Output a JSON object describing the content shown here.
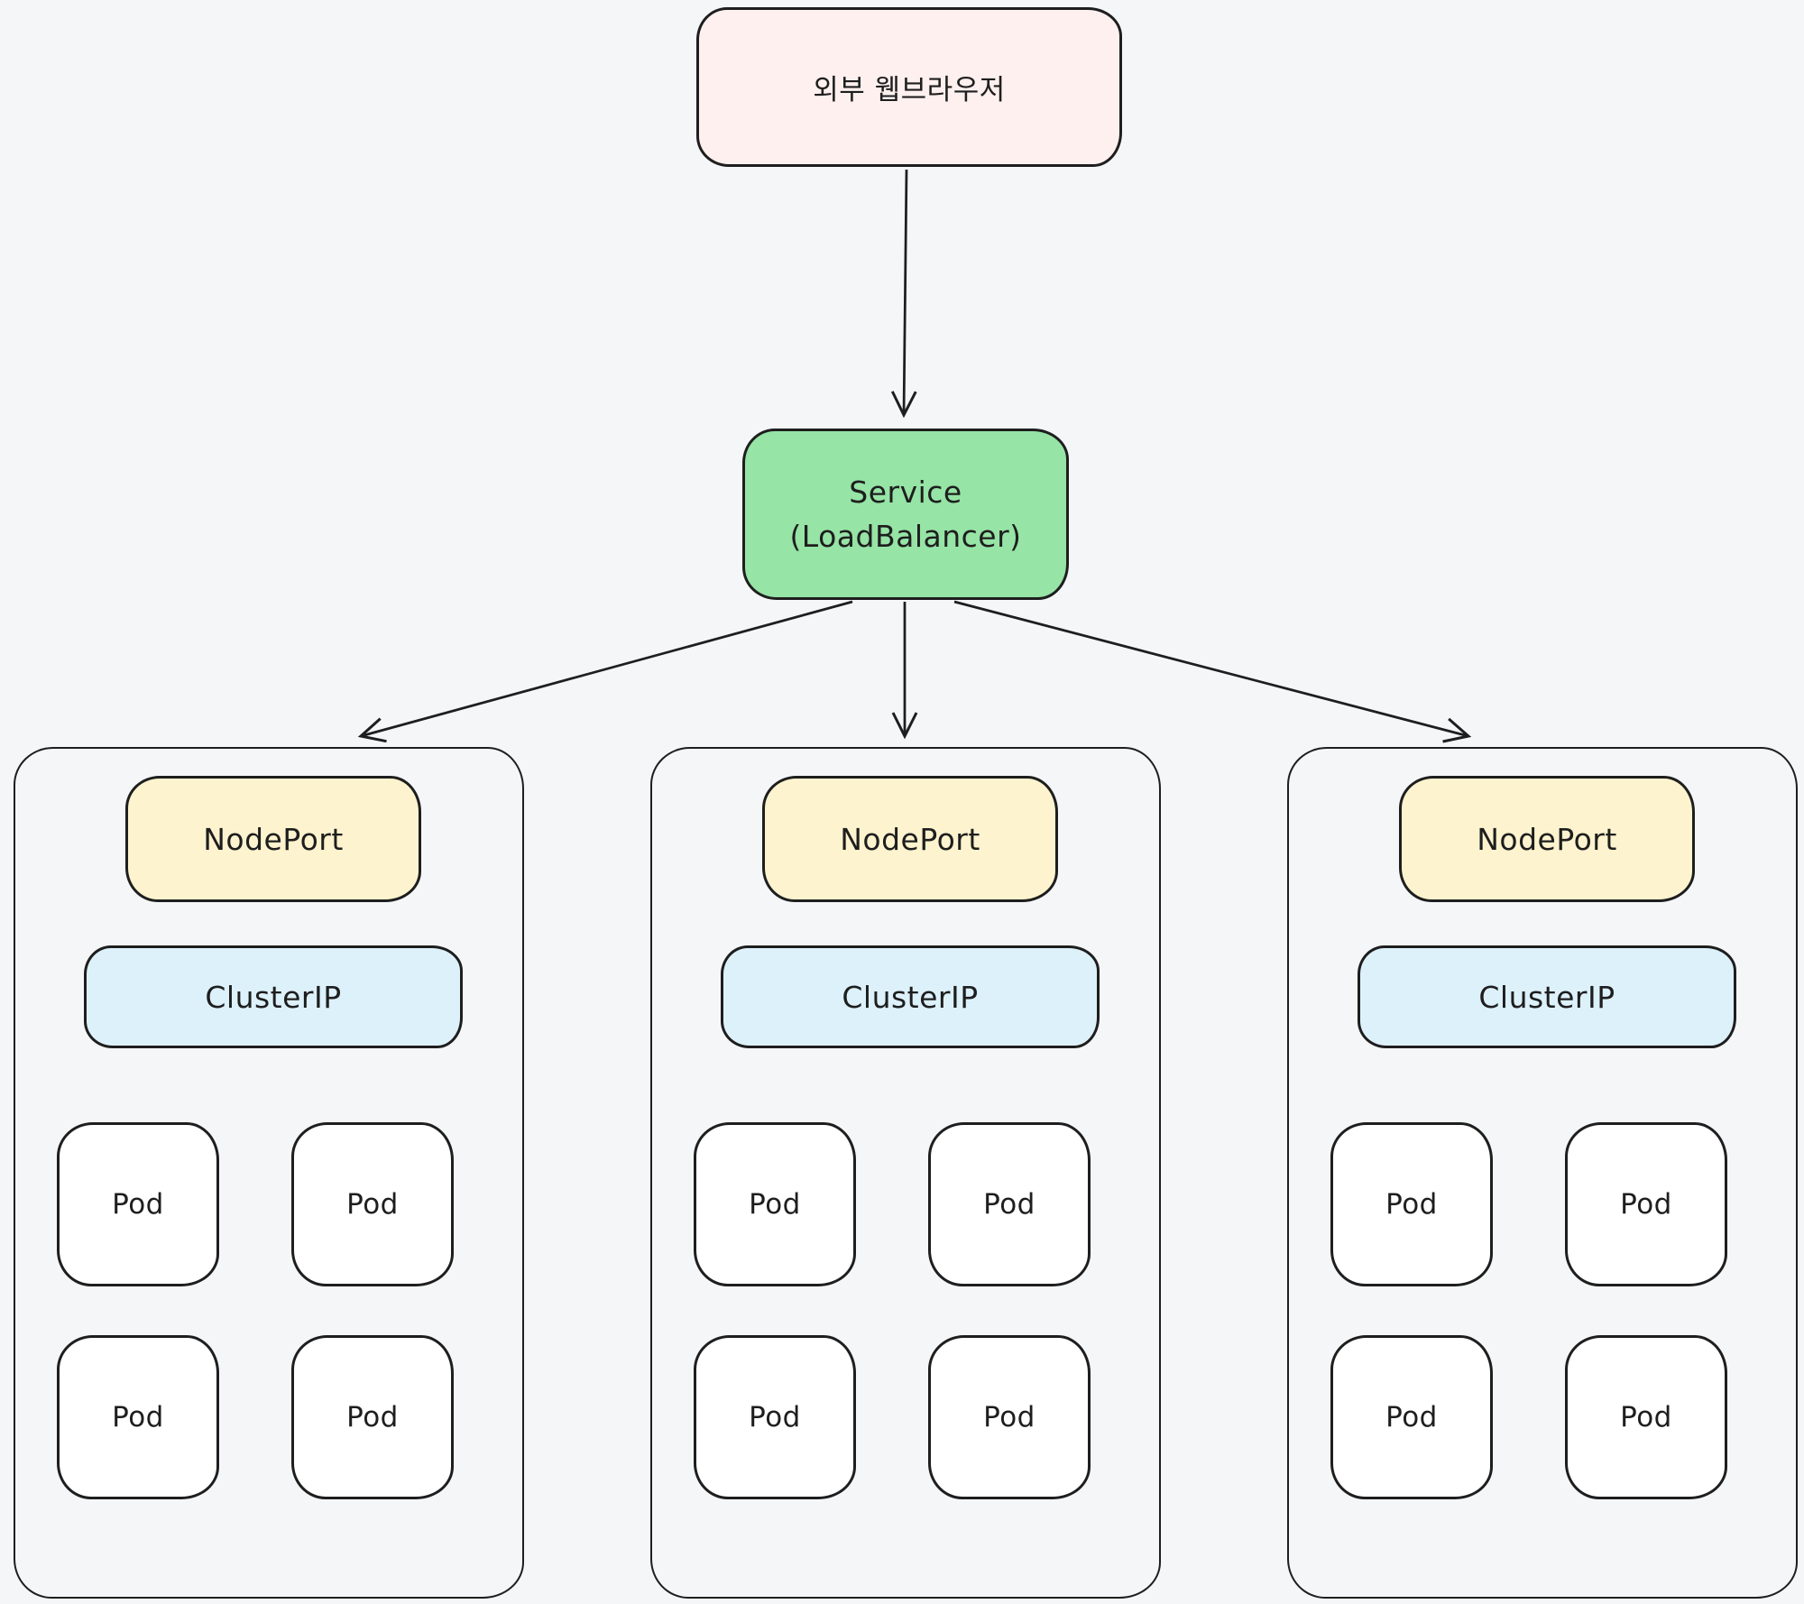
{
  "canvas": {
    "background": "#f4f6f8",
    "stroke": "#1e1e1e"
  },
  "browser": {
    "label": "외부 웹브라우저",
    "fill": "#fdf0ee"
  },
  "service": {
    "line1": "Service",
    "line2": "(LoadBalancer)",
    "fill": "#96e4a6"
  },
  "styles": {
    "nodeport_fill": "#fdf3ce",
    "clusterip_fill": "#ddf1fb",
    "pod_fill": "#ffffff",
    "group_fill": "#f4f6f8"
  },
  "node_groups": [
    {
      "nodeport": "NodePort",
      "clusterip": "ClusterIP",
      "pods": [
        "Pod",
        "Pod",
        "Pod",
        "Pod"
      ]
    },
    {
      "nodeport": "NodePort",
      "clusterip": "ClusterIP",
      "pods": [
        "Pod",
        "Pod",
        "Pod",
        "Pod"
      ]
    },
    {
      "nodeport": "NodePort",
      "clusterip": "ClusterIP",
      "pods": [
        "Pod",
        "Pod",
        "Pod",
        "Pod"
      ]
    }
  ]
}
